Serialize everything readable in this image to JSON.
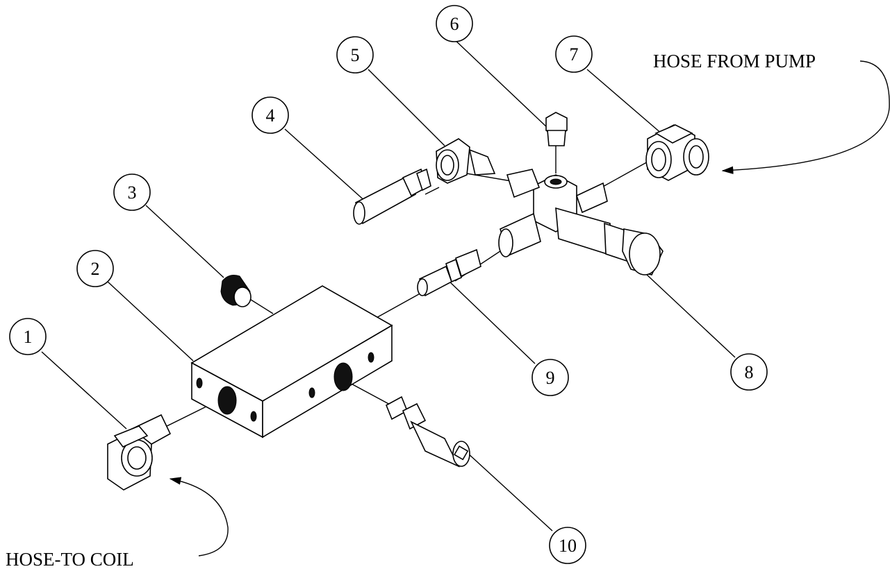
{
  "callouts": [
    {
      "id": "1"
    },
    {
      "id": "2"
    },
    {
      "id": "3"
    },
    {
      "id": "4"
    },
    {
      "id": "5"
    },
    {
      "id": "6"
    },
    {
      "id": "7"
    },
    {
      "id": "8"
    },
    {
      "id": "9"
    },
    {
      "id": "10"
    }
  ],
  "labels": {
    "hose_from_pump": "HOSE FROM PUMP",
    "hose_to_coil": "HOSE-TO COIL"
  }
}
